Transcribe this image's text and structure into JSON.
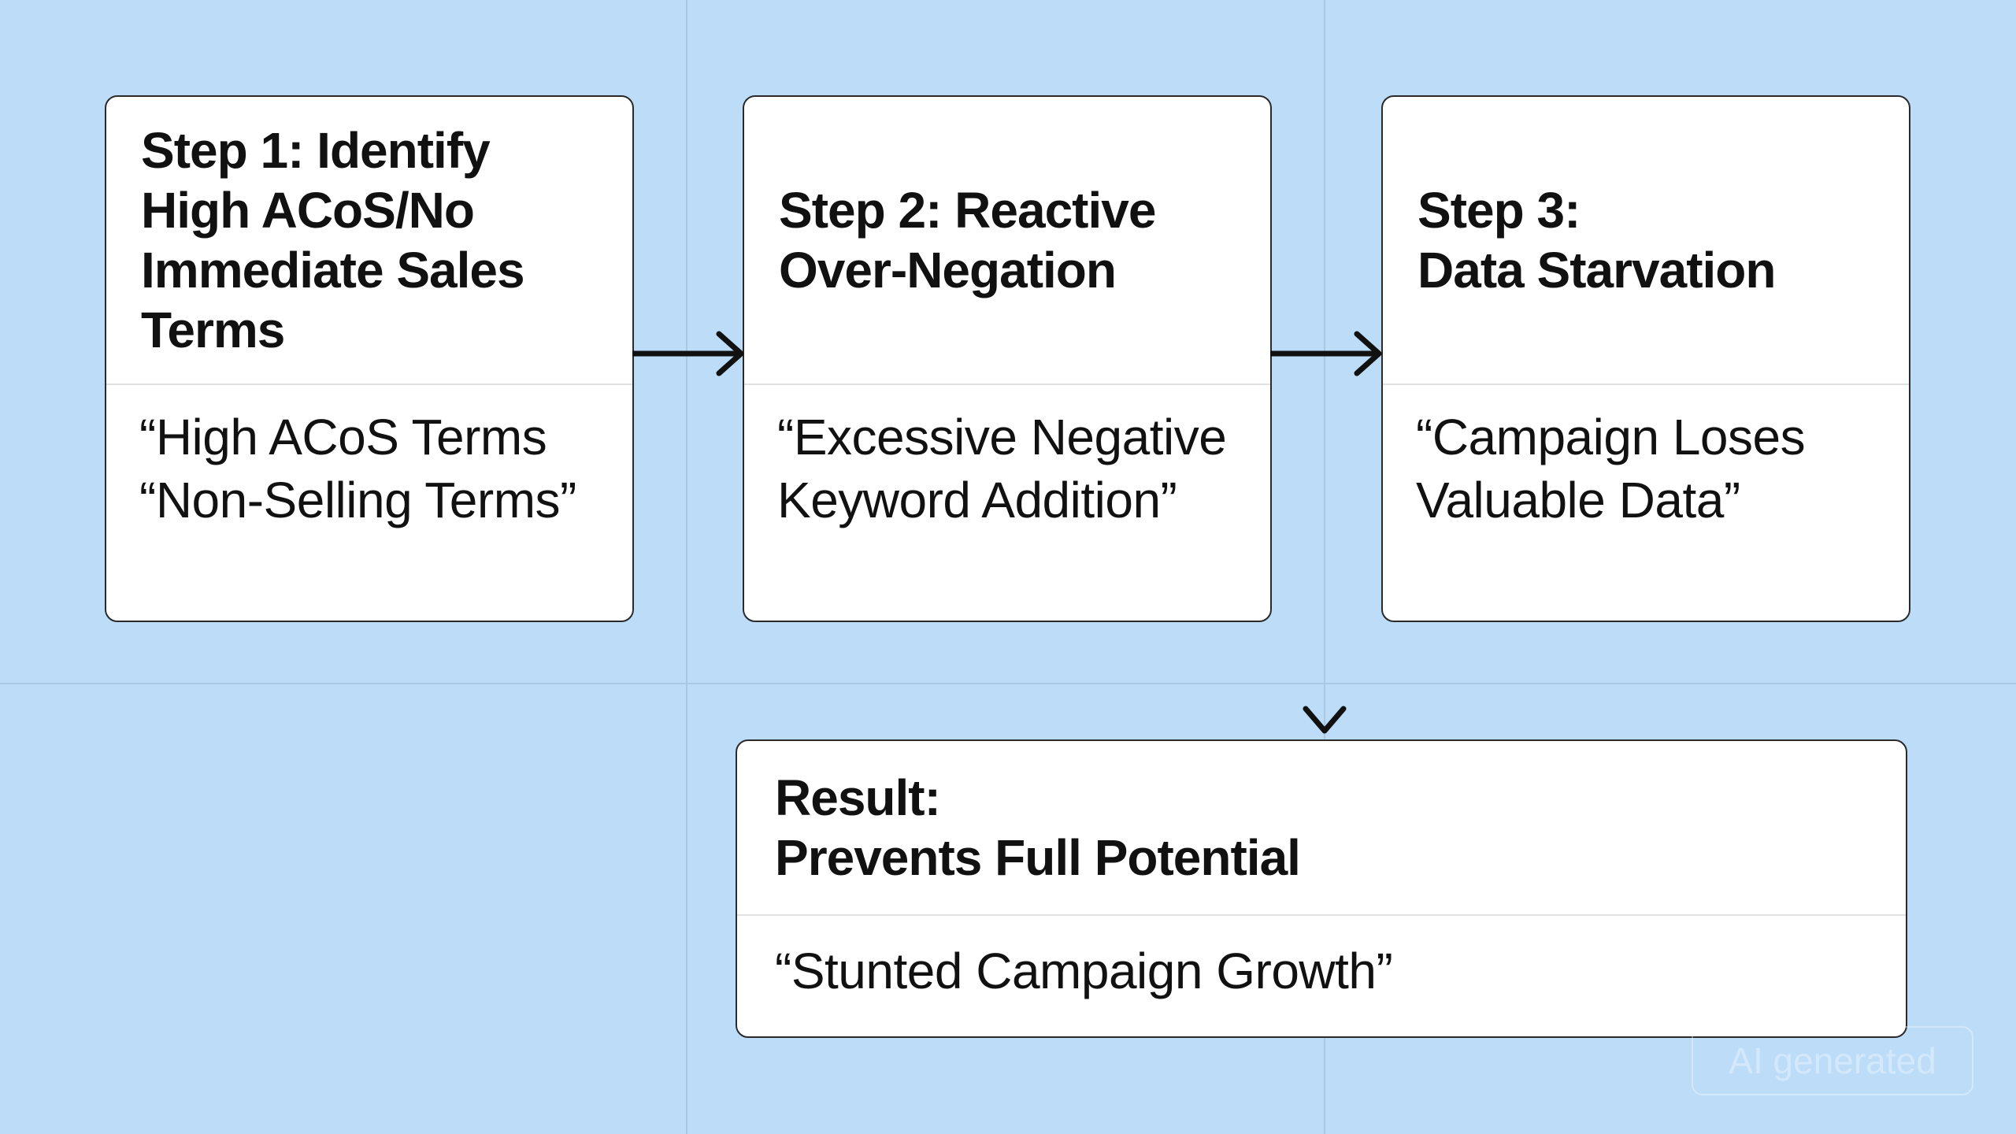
{
  "diagram": {
    "steps": [
      {
        "title": "Step 1: Identify\nHigh ACoS/No\nImmediate Sales\nTerms",
        "text": "“High ACoS Terms\n“Non-Selling Terms”"
      },
      {
        "title": "Step 2: Reactive\nOver-Negation",
        "text": "“Excessive Negative\n Keyword Addition”"
      },
      {
        "title": "Step 3:\nData Starvation",
        "text": " “Campaign Loses\n Valuable Data”"
      }
    ],
    "result": {
      "title": "Result:\nPrevents Full Potential",
      "text": "“Stunted Campaign Growth”"
    }
  },
  "watermark": "AI generated",
  "colors": {
    "background": "#bcdcf8",
    "card": "#ffffff",
    "border": "#2a2a2a",
    "text": "#111111"
  },
  "icons": {
    "connector_right": "arrow-right-icon",
    "connector_down": "chevron-down-icon"
  }
}
